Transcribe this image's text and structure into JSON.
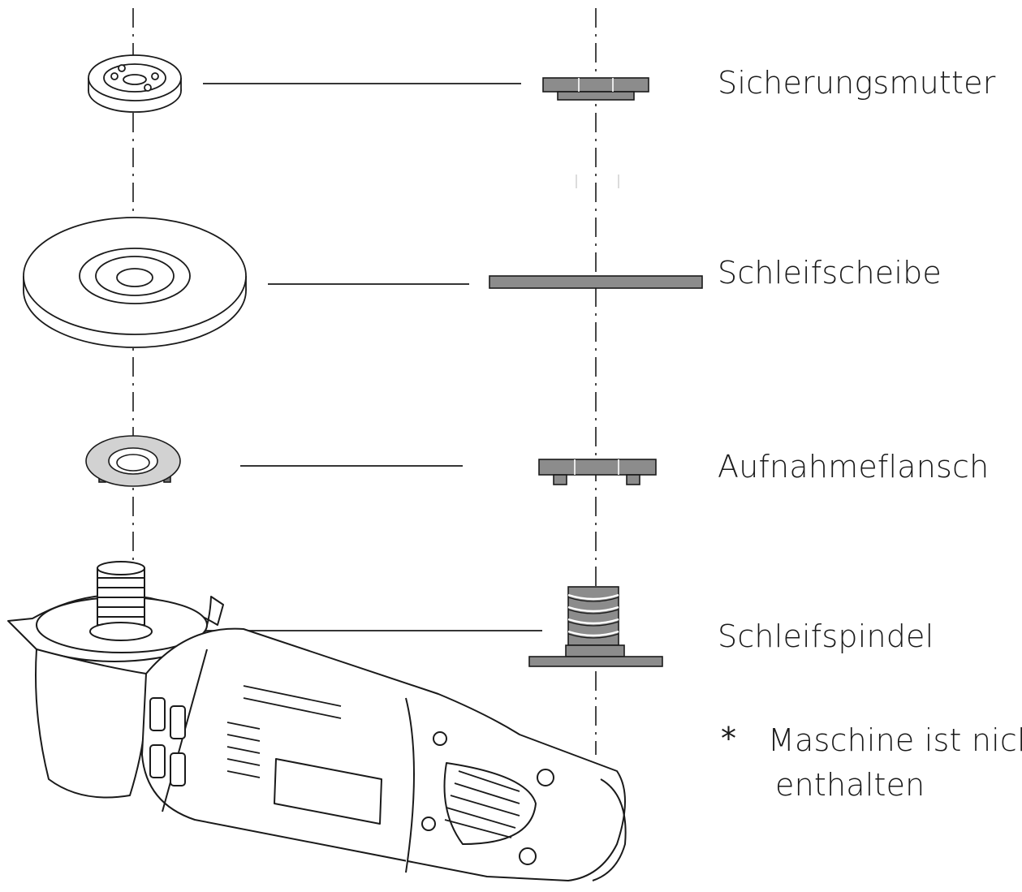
{
  "labels": {
    "nut": "Sicherungsmutter",
    "disc": "Schleifscheibe",
    "flange": "Aufnahmeflansch",
    "spindle": "Schleifspindel"
  },
  "note": {
    "asterisk": "*",
    "line1": "Maschine ist nicht",
    "line2": "enthalten"
  },
  "colors": {
    "stroke": "#1a1a1a",
    "part_fill": "#8c8c8c",
    "flange_fill": "#d2d2d2",
    "background": "#ffffff"
  }
}
